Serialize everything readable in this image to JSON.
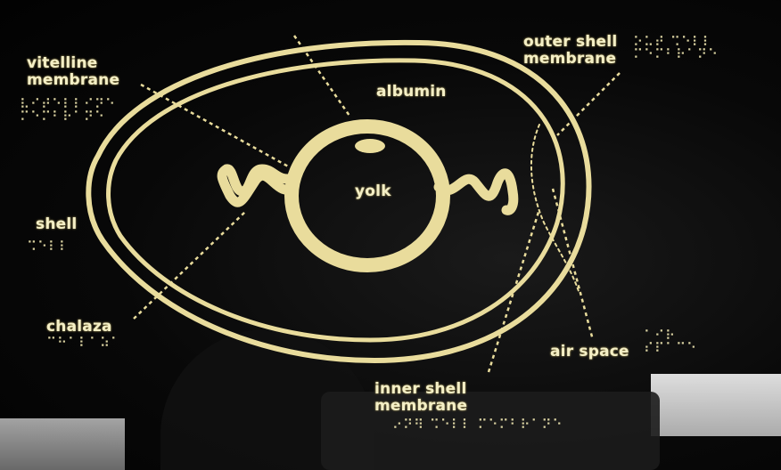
{
  "labels": {
    "vitelline": [
      "vitelline",
      "membrane"
    ],
    "albumin": "albumin",
    "outer_shell": [
      "outer shell",
      "membrane"
    ],
    "yolk": "yolk",
    "shell": "shell",
    "chalaza": "chalaza",
    "air_space": "air space",
    "inner_shell": [
      "inner shell",
      "membrane"
    ]
  },
  "colors": {
    "gold": "#e9dc9c",
    "background": "#050505",
    "text": "#f4efc6"
  },
  "icons": {
    "braille": "braille-dots"
  }
}
